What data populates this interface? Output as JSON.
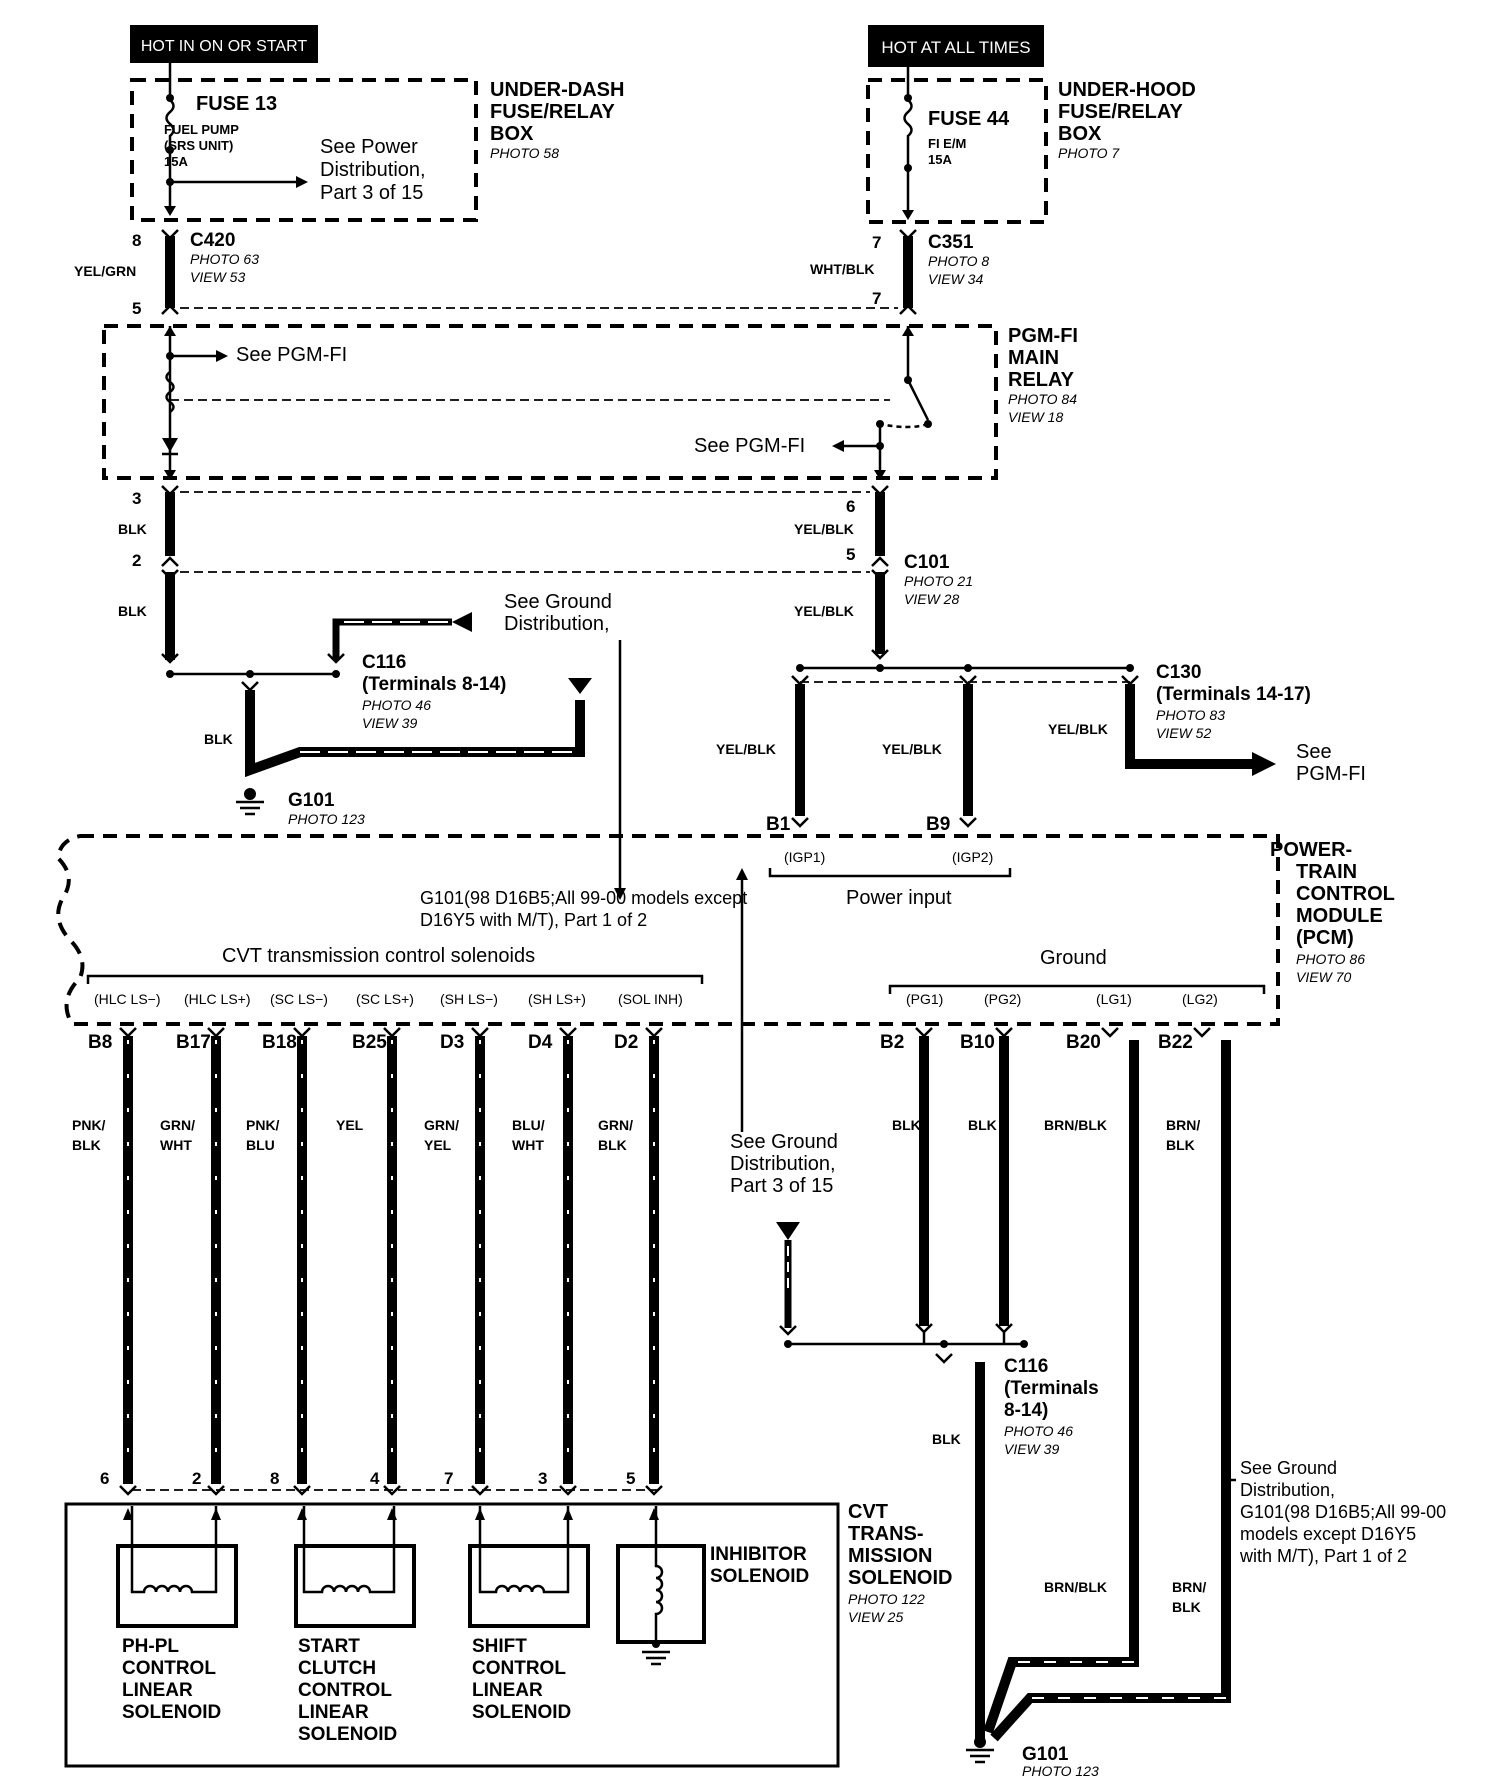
{
  "power": {
    "hot_start": "HOT IN ON OR START",
    "hot_all": "HOT AT ALL TIMES"
  },
  "underdash": {
    "fuse": "FUSE 13",
    "fuse_desc": [
      "FUEL PUMP",
      "(SRS UNIT)",
      "15A"
    ],
    "see": [
      "See Power",
      "Distribution,",
      "Part 3 of 15"
    ],
    "name": [
      "UNDER-DASH",
      "FUSE/RELAY",
      "BOX"
    ],
    "photo": "PHOTO 58"
  },
  "underhood": {
    "fuse": "FUSE 44",
    "fuse_desc": [
      "FI E/M",
      "15A"
    ],
    "name": [
      "UNDER-HOOD",
      "FUSE/RELAY",
      "BOX"
    ],
    "photo": "PHOTO 7"
  },
  "c420": {
    "name": "C420",
    "photo": "PHOTO 63",
    "view": "VIEW 53",
    "pin_top": "8",
    "pin_bot": "5",
    "wire": "YEL/GRN"
  },
  "c351": {
    "name": "C351",
    "photo": "PHOTO 8",
    "view": "VIEW 34",
    "pin_top": "7",
    "pin_bot": "7",
    "wire": "WHT/BLK"
  },
  "relay": {
    "name": [
      "PGM-FI",
      "MAIN",
      "RELAY"
    ],
    "photo": "PHOTO 84",
    "view": "VIEW 18",
    "see1": "See PGM-FI",
    "see2": "See PGM-FI"
  },
  "left_ground": {
    "pin3": "3",
    "pin2": "2",
    "blk1": "BLK",
    "blk2": "BLK",
    "blk3": "BLK",
    "see": [
      "See Ground",
      "Distribution,"
    ],
    "c116": [
      "C116",
      "(Terminals 8-14)"
    ],
    "c116_photo": "PHOTO 46",
    "c116_view": "VIEW 39",
    "g101": "G101",
    "g101_photo": "PHOTO 123"
  },
  "c101": {
    "name": "C101",
    "photo": "PHOTO 21",
    "view": "VIEW 28",
    "pin6": "6",
    "pin5": "5",
    "wire1": "YEL/BLK",
    "wire2": "YEL/BLK"
  },
  "c130": {
    "name": [
      "C130",
      "(Terminals 14-17)"
    ],
    "photo": "PHOTO 83",
    "view": "VIEW 52",
    "wire_b1": "YEL/BLK",
    "wire_b9": "YEL/BLK",
    "wire_out": "YEL/BLK",
    "see": [
      "See",
      "PGM-FI"
    ]
  },
  "pcm": {
    "name": [
      "POWER-",
      "TRAIN",
      "CONTROL",
      "MODULE",
      "(PCM)"
    ],
    "photo": "PHOTO 86",
    "view": "VIEW 70",
    "b1": "B1",
    "b9": "B9",
    "igp1": "(IGP1)",
    "igp2": "(IGP2)",
    "power_input": "Power input",
    "g101_note": [
      "G101(98 D16B5;All 99-00 models except",
      "D16Y5 with M/T), Part 1 of 2"
    ],
    "cvt_group": "CVT transmission control solenoids",
    "ground_group": "Ground",
    "sig_labels": [
      "(HLC LS−)",
      "(HLC LS+)",
      "(SC LS−)",
      "(SC LS+)",
      "(SH LS−)",
      "(SH LS+)",
      "(SOL INH)"
    ],
    "gnd_labels": [
      "(PG1)",
      "(PG2)",
      "(LG1)",
      "(LG2)"
    ]
  },
  "solenoid_wires": [
    {
      "term": "B8",
      "color": [
        "PNK/",
        "BLK"
      ],
      "pin": "6"
    },
    {
      "term": "B17",
      "color": [
        "GRN/",
        "WHT"
      ],
      "pin": "2"
    },
    {
      "term": "B18",
      "color": [
        "PNK/",
        "BLU"
      ],
      "pin": "8"
    },
    {
      "term": "B25",
      "color": [
        "YEL",
        ""
      ],
      "pin": "4"
    },
    {
      "term": "D3",
      "color": [
        "GRN/",
        "YEL"
      ],
      "pin": "7"
    },
    {
      "term": "D4",
      "color": [
        "BLU/",
        "WHT"
      ],
      "pin": "3"
    },
    {
      "term": "D2",
      "color": [
        "GRN/",
        "BLK"
      ],
      "pin": "5"
    }
  ],
  "ground_wires": [
    {
      "term": "B2",
      "color": [
        "BLK",
        ""
      ]
    },
    {
      "term": "B10",
      "color": [
        "BLK",
        ""
      ]
    },
    {
      "term": "B20",
      "color": [
        "BRN/BLK",
        ""
      ]
    },
    {
      "term": "B22",
      "color": [
        "BRN/",
        "BLK"
      ]
    }
  ],
  "right_ground": {
    "see": [
      "See Ground",
      "Distribution,",
      "Part 3 of 15"
    ],
    "c116": [
      "C116",
      "(Terminals",
      "8-14)"
    ],
    "c116_photo": "PHOTO 46",
    "c116_view": "VIEW 39",
    "blk": "BLK",
    "brnblk1": "BRN/BLK",
    "brnblk2": [
      "BRN/",
      "BLK"
    ],
    "see2": [
      "See Ground",
      "Distribution,",
      "G101(98 D16B5;All 99-00",
      "models except D16Y5",
      "with M/T), Part 1 of 2"
    ],
    "g101": "G101",
    "g101_photo": "PHOTO 123"
  },
  "cvt": {
    "name": [
      "CVT",
      "TRANS-",
      "MISSION",
      "SOLENOID"
    ],
    "photo": "PHOTO 122",
    "view": "VIEW 25",
    "inhibitor": [
      "INHIBITOR",
      "SOLENOID"
    ],
    "sol1": [
      "PH-PL",
      "CONTROL",
      "LINEAR",
      "SOLENOID"
    ],
    "sol2": [
      "START",
      "CLUTCH",
      "CONTROL",
      "LINEAR",
      "SOLENOID"
    ],
    "sol3": [
      "SHIFT",
      "CONTROL",
      "LINEAR",
      "SOLENOID"
    ]
  }
}
